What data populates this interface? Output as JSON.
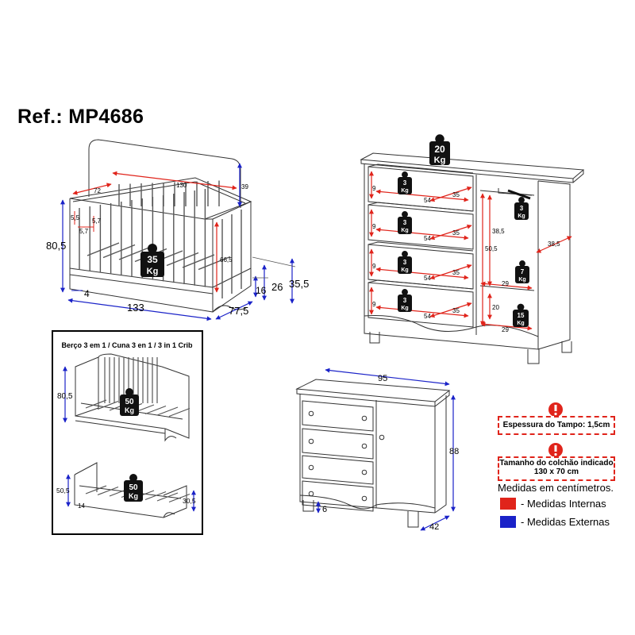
{
  "header": {
    "ref": "Ref.: MP4686"
  },
  "crib": {
    "w_top": "130",
    "d_side": "72",
    "h_head": "39",
    "h_total": "80,5",
    "rail_a": "5,5",
    "rail_b": "5,7",
    "rail_c": "5,7",
    "h_inner": "66,5",
    "weight": "35",
    "unit": "Kg",
    "base": "4",
    "w_total": "133",
    "depth": "77,5",
    "h16": "16",
    "h26": "26",
    "h355": "35,5"
  },
  "modes": {
    "title": "Berço 3 em 1 / Cuna 3 en 1 / 3 in 1 Crib",
    "bed1_h": "80,5",
    "bed1_weight": "50",
    "bed2_h": "50,5",
    "bed2_base": "14",
    "bed2_end": "30,5",
    "bed2_weight": "50"
  },
  "dresser_tech": {
    "top_weight": "20",
    "drawer_weight": "3",
    "drawer_w": "54",
    "drawer_d": "35",
    "drawer_h": "9",
    "door_hang_weight": "3",
    "shelf_weight": "7",
    "bottom_weight": "15",
    "h385": "38,5",
    "h505": "50,5",
    "d385": "38,5",
    "w29a": "29",
    "w29b": "29",
    "h20": "20"
  },
  "dresser_ext": {
    "width": "95",
    "height": "88",
    "depth": "42",
    "feet": "6"
  },
  "legend": {
    "thickness": "Espessura do Tampo: 1,5cm",
    "mattress_line1": "Tamanho do colchão indicado",
    "mattress_line2": "130 x 70 cm",
    "units": "Medidas em centímetros.",
    "internal": "- Medidas Internas",
    "external": "- Medidas Externas",
    "red": "#e0241b",
    "blue": "#1a22c8"
  }
}
